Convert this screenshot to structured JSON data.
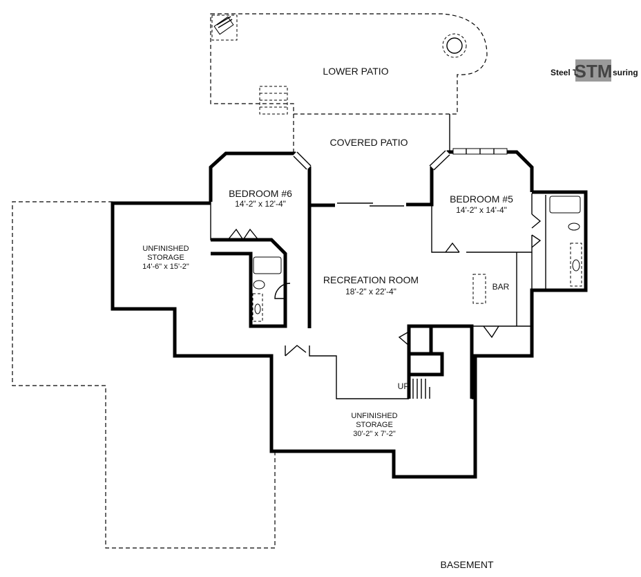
{
  "plan": {
    "level_label": "BASEMENT",
    "logo": {
      "text_left": "Steel T",
      "mark": "STM",
      "text_right": "suring"
    },
    "rooms": {
      "lower_patio": {
        "name": "LOWER PATIO"
      },
      "covered_patio": {
        "name": "COVERED PATIO"
      },
      "bedroom6": {
        "name": "BEDROOM #6",
        "size": "14'-2\" x 12'-4\""
      },
      "bedroom5": {
        "name": "BEDROOM #5",
        "size": "14'-2\" x 14'-4\""
      },
      "storage_left": {
        "name_line1": "UNFINISHED",
        "name_line2": "STORAGE",
        "size": "14'-6\" x 15'-2\""
      },
      "recreation": {
        "name": "RECREATION ROOM",
        "size": "18'-2\" x 22'-4\""
      },
      "bar": {
        "name": "BAR"
      },
      "storage_bottom": {
        "name_line1": "UNFINISHED",
        "name_line2": "STORAGE",
        "size": "30'-2\" x 7'-2\""
      },
      "stairs": {
        "label": "UP"
      }
    }
  }
}
